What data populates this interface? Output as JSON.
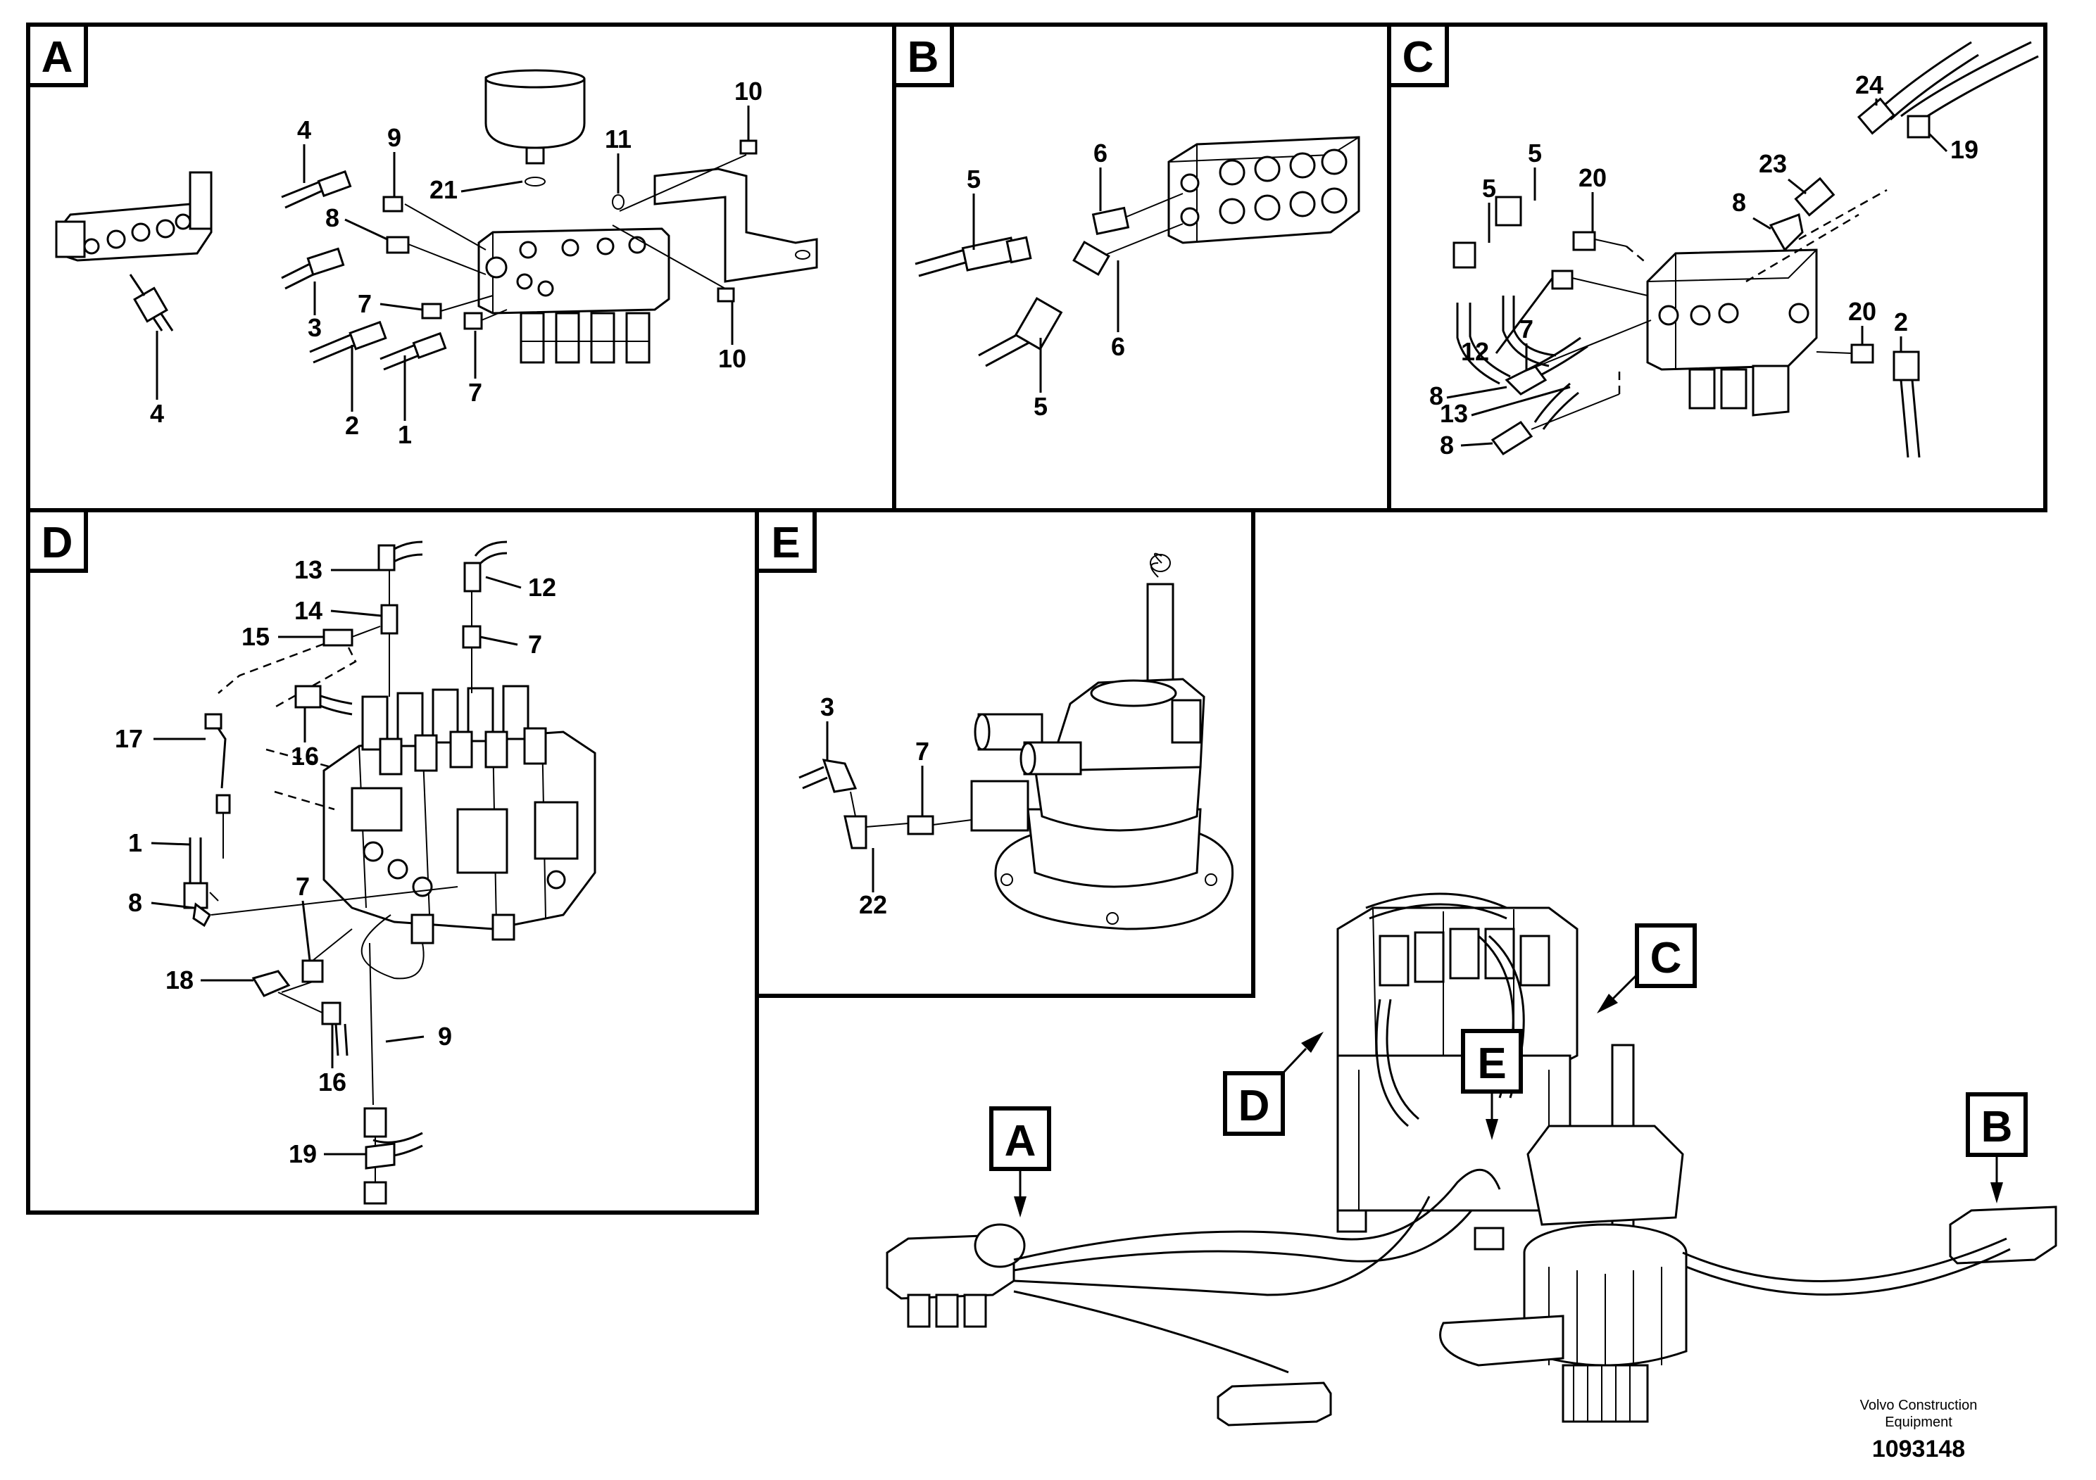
{
  "panels": [
    {
      "id": "A",
      "label": "A"
    },
    {
      "id": "B",
      "label": "B"
    },
    {
      "id": "C",
      "label": "C"
    },
    {
      "id": "D",
      "label": "D"
    },
    {
      "id": "E",
      "label": "E"
    }
  ],
  "overview_callouts": [
    "A",
    "B",
    "C",
    "D",
    "E"
  ],
  "part_numbers": {
    "A": [
      "4",
      "9",
      "8",
      "3",
      "7",
      "2",
      "1",
      "7",
      "21",
      "11",
      "10",
      "10",
      "4"
    ],
    "B": [
      "5",
      "6",
      "6",
      "5"
    ],
    "C": [
      "5",
      "5",
      "20",
      "24",
      "19",
      "23",
      "8",
      "12",
      "7",
      "8",
      "13",
      "8",
      "20",
      "2"
    ],
    "D": [
      "13",
      "14",
      "12",
      "15",
      "7",
      "17",
      "16",
      "1",
      "8",
      "7",
      "18",
      "16",
      "9",
      "19"
    ],
    "E": [
      "3",
      "7",
      "22"
    ]
  },
  "footer": {
    "brand_line1": "Volvo Construction",
    "brand_line2": "Equipment",
    "document_number": "1093148"
  }
}
